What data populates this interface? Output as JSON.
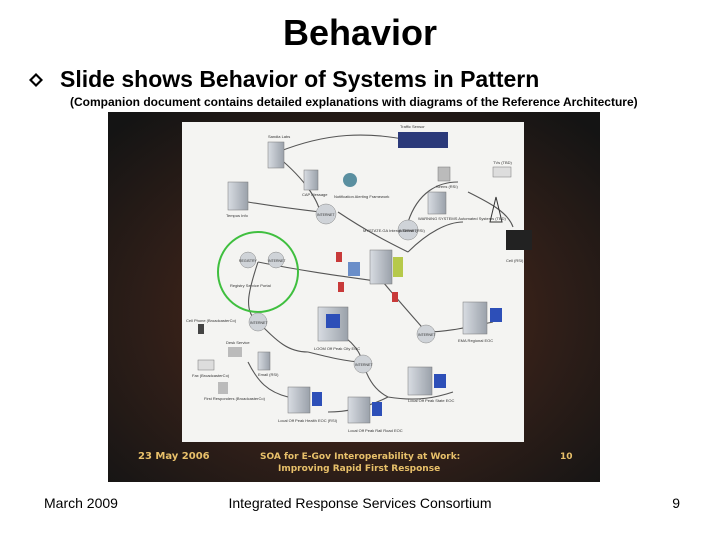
{
  "slide": {
    "title": "Behavior",
    "bullet": "Slide shows Behavior of Systems in Pattern",
    "subnote": "(Companion document contains detailed explanations with diagrams of the Reference Architecture)"
  },
  "figure": {
    "nodes": {
      "traffic_sensor": "Traffic Sensor",
      "sandia": "Sandia Labs",
      "cap_message": "CAP Message",
      "tempus": "Tempus Info",
      "notification": "Notification Alerting Framework",
      "warning_systems": "WARNING SYSTEMS Automated Systems (TBD)",
      "sirens": "Sirens (RSI)",
      "tvs": "TVs (TBD)",
      "cell": "Cell (RSI)",
      "internet": "INTERNET",
      "registry": "REGISTRY",
      "registry_portal": "Registry Service Portal",
      "mystate": "MYSTATE.GA Interop Server (RSI)",
      "cell_phone": "Cell Phone (BroadcasterCo)",
      "desk": "Desk Service",
      "email": "Email (RSI)",
      "fax": "Fax (BroadcasterCo)",
      "first_responders": "First Responders (BroadcasterCo)",
      "loom": "LOOM Off Peak City EOC",
      "eoc_right": "EMA Regional EOC",
      "local_mid": "Local Off Peak State EOC",
      "local_bl": "Local Off Peak Health EOC (RSI)",
      "local_bc": "Local Off Peak Rail Road EOC"
    },
    "banner": {
      "date": "23 May 2006",
      "line1": "SOA for E-Gov Interoperability at Work:",
      "line2": "Improving Rapid First Response",
      "page": "10"
    }
  },
  "footer": {
    "date": "March 2009",
    "org": "Integrated Response Services Consortium",
    "page": "9"
  }
}
